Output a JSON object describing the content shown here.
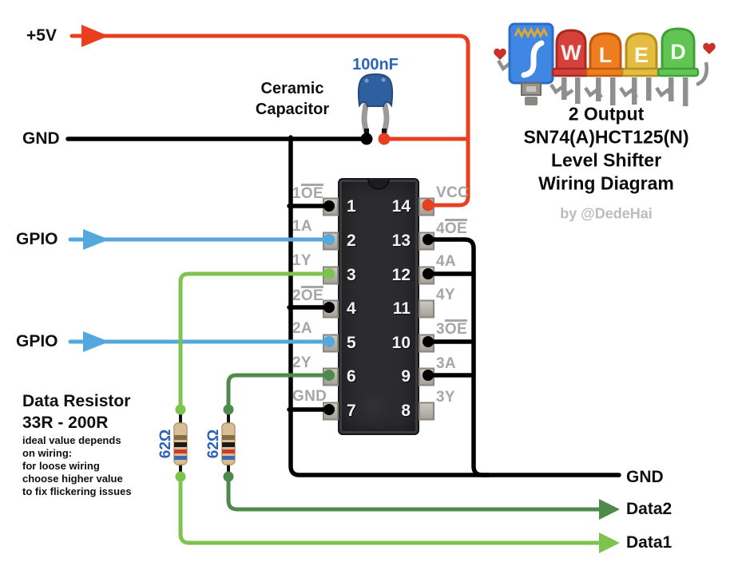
{
  "power": {
    "plus5v_label": "+5V",
    "gnd_top_label": "GND"
  },
  "inputs": {
    "gpio1_label": "GPIO",
    "gpio2_label": "GPIO"
  },
  "outputs": {
    "gnd_label": "GND",
    "data2_label": "Data2",
    "data1_label": "Data1"
  },
  "capacitor": {
    "name": "Ceramic\nCapacitor",
    "value": "100nF"
  },
  "resistors": {
    "heading": "Data Resistor\n33R - 200R",
    "note": "ideal value depends\non wiring:\nfor loose wiring\nchoose higher value\nto fix flickering issues",
    "r1_value": "62Ω",
    "r2_value": "62Ω"
  },
  "header": {
    "title_lines": [
      "2 Output",
      "SN74(A)HCT125(N)",
      "Level Shifter",
      "Wiring Diagram"
    ],
    "byline": "by @DedeHai"
  },
  "logo": {
    "name": "WLED pixel-art logo",
    "leds": [
      {
        "letter": "W",
        "color": "#d6403a",
        "edge": "#a62a22"
      },
      {
        "letter": "L",
        "color": "#ee7d1f",
        "edge": "#c05a10"
      },
      {
        "letter": "E",
        "color": "#e3bc40",
        "edge": "#b6901f"
      },
      {
        "letter": "D",
        "color": "#62c553",
        "edge": "#3fa037"
      }
    ],
    "controller_color": "#3f87e2"
  },
  "chip": {
    "left_pins": [
      {
        "number": "1",
        "label_pre": "1",
        "label_over": "OE"
      },
      {
        "number": "2",
        "label_pre": "1A",
        "label_over": ""
      },
      {
        "number": "3",
        "label_pre": "1Y",
        "label_over": ""
      },
      {
        "number": "4",
        "label_pre": "2",
        "label_over": "OE"
      },
      {
        "number": "5",
        "label_pre": "2A",
        "label_over": ""
      },
      {
        "number": "6",
        "label_pre": "2Y",
        "label_over": ""
      },
      {
        "number": "7",
        "label_pre": "GND",
        "label_over": ""
      }
    ],
    "right_pins": [
      {
        "number": "14",
        "label_pre": "VCC",
        "label_over": ""
      },
      {
        "number": "13",
        "label_pre": "4",
        "label_over": "OE"
      },
      {
        "number": "12",
        "label_pre": "4A",
        "label_over": ""
      },
      {
        "number": "11",
        "label_pre": "4Y",
        "label_over": ""
      },
      {
        "number": "10",
        "label_pre": "3",
        "label_over": "OE"
      },
      {
        "number": "9",
        "label_pre": "3A",
        "label_over": ""
      },
      {
        "number": "8",
        "label_pre": "3Y",
        "label_over": ""
      }
    ]
  },
  "colors": {
    "wire_5v": "#e8401f",
    "wire_gnd": "#000000",
    "wire_gpio": "#55a8dc",
    "wire_data1": "#7cc34f",
    "wire_data2": "#4e8b4b",
    "cap_body": "#2e5f9f",
    "resistor_body": "#d8be94",
    "resistor_bands": [
      "#8a6a40",
      "#1a1a1a",
      "#cf3b28",
      "#3e68b0"
    ],
    "label_blue": "#2d63b8",
    "pin_label_gray": "#a6a6a6"
  }
}
